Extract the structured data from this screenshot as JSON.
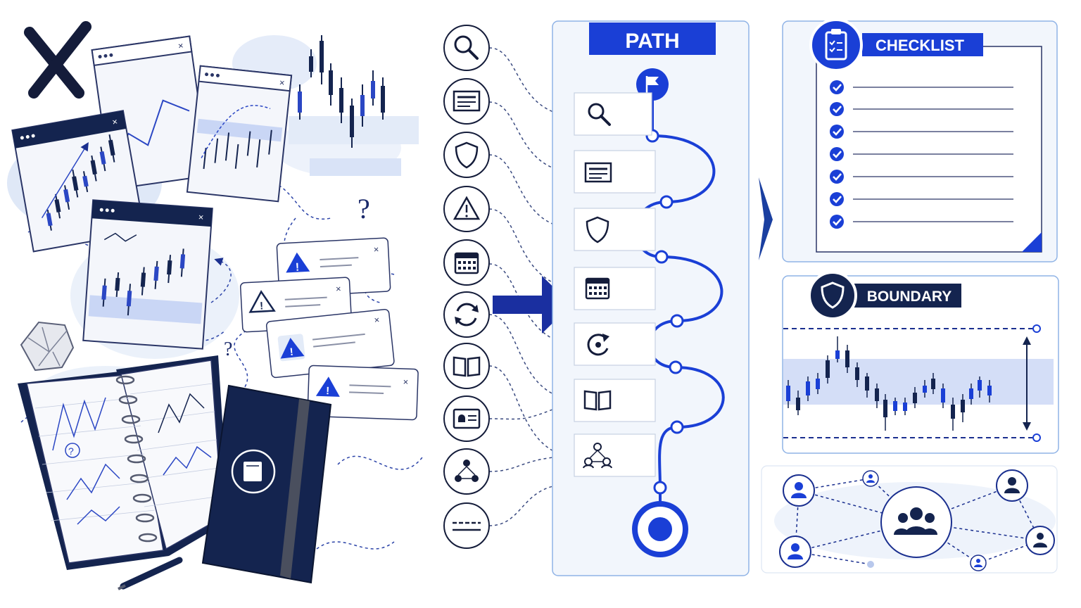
{
  "labels": {
    "path_title": "PATH",
    "checklist_title": "CHECKLIST",
    "boundary_title": "BOUNDARY"
  },
  "colors": {
    "navy": "#14244f",
    "blue": "#1a3fd6",
    "light_blue": "#c9d6f5",
    "panel_bg": "#f2f6fc",
    "panel_border": "#8fb3e6"
  },
  "icon_column": [
    "search-icon",
    "news-icon",
    "shield-icon",
    "warning-icon",
    "calendar-icon",
    "refresh-icon",
    "book-icon",
    "alert-card-icon",
    "network-icon",
    "divider-icon"
  ],
  "path_steps": [
    "search-icon",
    "news-icon",
    "shield-icon",
    "calendar-icon",
    "review-icon",
    "book-icon",
    "network-icon"
  ],
  "checklist_items": 7
}
